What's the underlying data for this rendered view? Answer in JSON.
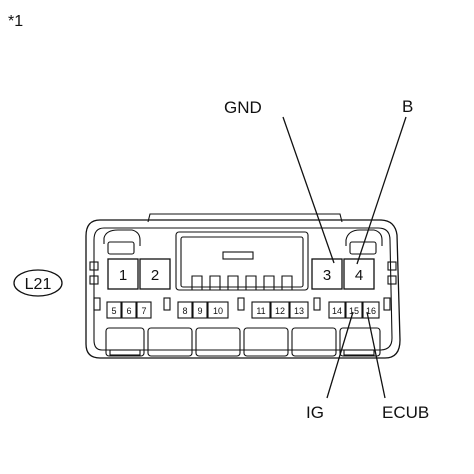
{
  "figure_ref": "*1",
  "connector_id": "L21",
  "labels": {
    "gnd": "GND",
    "b": "B",
    "ig": "IG",
    "ecub": "ECUB"
  },
  "pins_large": [
    "1",
    "2",
    "3",
    "4"
  ],
  "pins_small": [
    "5",
    "6",
    "7",
    "8",
    "9",
    "10",
    "11",
    "12",
    "13",
    "14",
    "15",
    "16"
  ]
}
